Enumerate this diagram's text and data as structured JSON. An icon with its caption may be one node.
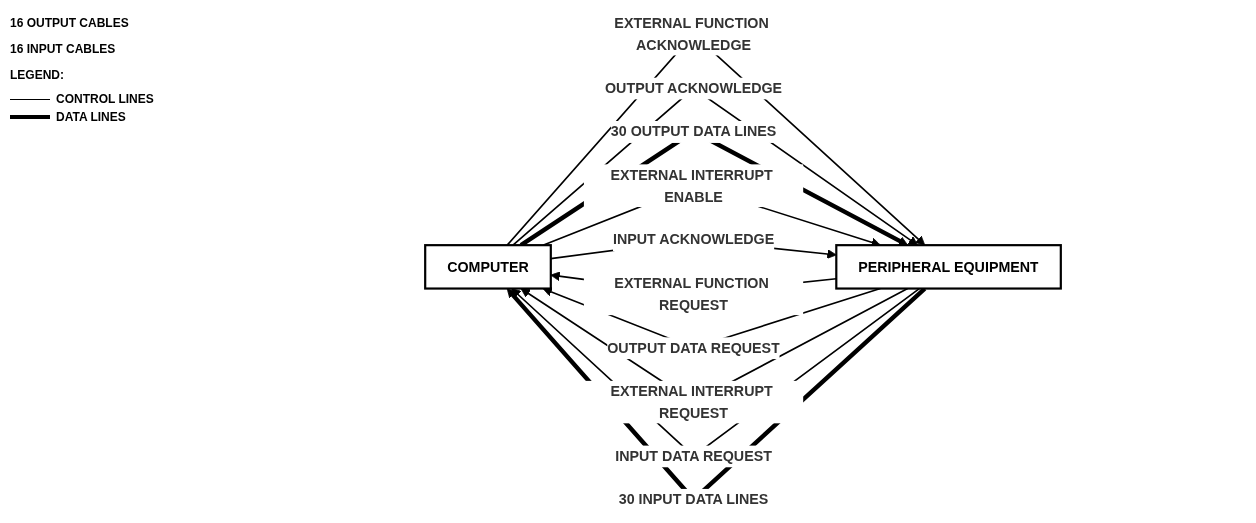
{
  "diagram": {
    "nodes": [
      {
        "text": [
          "COMPUTER"
        ]
      },
      {
        "text": [
          "PERIPHERAL EQUIPMENT"
        ]
      }
    ],
    "edges": [
      {
        "from": 1,
        "to": 0,
        "arrow": "to",
        "label": "EXTERNAL FUNCTION REQUEST"
      },
      {
        "from": 0,
        "to": 1,
        "arrow": "to",
        "label": "EXTERNAL FUNCTION ACKNOWLEDGE"
      },
      {
        "from": 1,
        "to": 0,
        "arrow": "to",
        "label": "OUTPUT DATA REQUEST"
      },
      {
        "from": 0,
        "to": 1,
        "arrow": "to",
        "label": "OUTPUT ACKNOWLEDGE"
      },
      {
        "from": 0,
        "to": 1,
        "arrow": "to",
        "label": "30 OUTPUT DATA LINES",
        "style": "thick"
      },
      {
        "from": 0,
        "to": 1,
        "arrow": "to",
        "label": "EXTERNAL INTERRUPT ENABLE"
      },
      {
        "from": 1,
        "to": 0,
        "arrow": "to",
        "label": "EXTERNAL INTERRUPT REQUEST"
      },
      {
        "from": 1,
        "to": 0,
        "arrow": "to",
        "label": "INPUT DATA REQUEST"
      },
      {
        "from": 0,
        "to": 1,
        "arrow": "to",
        "label": "INPUT ACKNOWLEDGE"
      },
      {
        "from": 1,
        "to": 0,
        "arrow": "to",
        "label": "30 INPUT DATA LINES",
        "style": "thick"
      }
    ],
    "labels": [
      "16 OUTPUT CABLES",
      "16 INPUT CABLES",
      "LEGEND:"
    ],
    "legend": [
      {
        "text": "CONTROL LINES"
      },
      {
        "text": "DATA LINES"
      }
    ]
  }
}
